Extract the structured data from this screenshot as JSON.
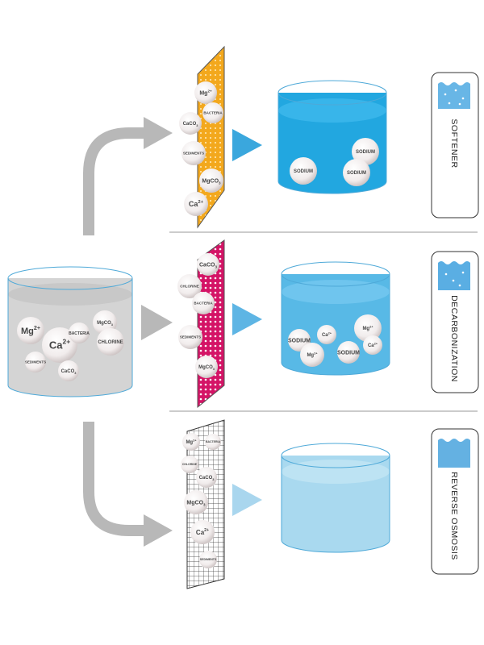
{
  "colors": {
    "arrow": "#b8b8b8",
    "divider": "#999999",
    "source_water": "#d4d4d4",
    "softener_filter": "#f3a81d",
    "decarbonization_filter": "#d41466",
    "osmosis_filter": "#ffffff",
    "softener_water": "#22a7e0",
    "decarbonization_water": "#58b9e6",
    "osmosis_water": "#a9d9ef"
  },
  "source_tank": {
    "particles": [
      {
        "name": "mg",
        "label": "Mg",
        "sup": "2+"
      },
      {
        "name": "ca",
        "label": "Ca",
        "sup": "2+"
      },
      {
        "name": "bacteria",
        "label": "BACTERIA",
        "sup": ""
      },
      {
        "name": "mgco3",
        "label": "MgCO",
        "sub": "3"
      },
      {
        "name": "chlorine",
        "label": "CHLORINE",
        "sup": ""
      },
      {
        "name": "sediments",
        "label": "SEDIMENTS",
        "sup": ""
      },
      {
        "name": "caco3",
        "label": "CaCO",
        "sub": "3"
      }
    ]
  },
  "rows": [
    {
      "id": "softener",
      "label": "SOFTENER",
      "filter_particles": [
        {
          "label": "Mg",
          "sup": "2+"
        },
        {
          "label": "BACTERIA"
        },
        {
          "label": "CaCO",
          "sub": "3"
        },
        {
          "label": "SEDIMENTS"
        },
        {
          "label": "MgCO",
          "sub": "3"
        },
        {
          "label": "Ca",
          "sup": "2+"
        }
      ],
      "output_particles": [
        {
          "label": "SODIUM"
        },
        {
          "label": "SODIUM"
        },
        {
          "label": "SODIUM"
        }
      ]
    },
    {
      "id": "decarbonization",
      "label": "DECARBONIZATION",
      "filter_particles": [
        {
          "label": "CaCO",
          "sub": "3"
        },
        {
          "label": "CHLORINE"
        },
        {
          "label": "BACTERIA"
        },
        {
          "label": "SEDIMENTS"
        },
        {
          "label": "MgCO",
          "sub": "3"
        }
      ],
      "output_particles": [
        {
          "label": "Ca",
          "sup": "2+"
        },
        {
          "label": "SODIUM"
        },
        {
          "label": "Mg",
          "sup": "2+"
        },
        {
          "label": "SODIUM"
        },
        {
          "label": "Mg",
          "sup": "2+"
        },
        {
          "label": "Ca",
          "sup": "2+"
        }
      ]
    },
    {
      "id": "reverse-osmosis",
      "label": "REVERSE OSMOSIS",
      "filter_particles": [
        {
          "label": "Mg",
          "sup": "2+"
        },
        {
          "label": "BACTERIA"
        },
        {
          "label": "CHLORINE"
        },
        {
          "label": "CaCO",
          "sub": "3"
        },
        {
          "label": "MgCO",
          "sub": "3"
        },
        {
          "label": "Ca",
          "sup": "2+"
        },
        {
          "label": "SEDIMENTS"
        }
      ],
      "output_particles": []
    }
  ]
}
